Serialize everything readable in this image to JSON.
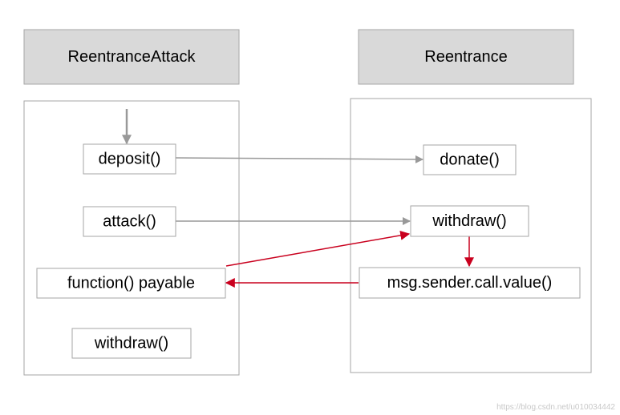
{
  "colors": {
    "header_fill": "#d9d9d9",
    "border": "#a6a6a6",
    "gray_arrow": "#999999",
    "red_arrow": "#c9001e"
  },
  "diagram": {
    "left_contract": {
      "title": "ReentranceAttack"
    },
    "right_contract": {
      "title": "Reentrance"
    },
    "left_nodes": {
      "deposit": "deposit()",
      "attack": "attack()",
      "fallback": "function() payable",
      "withdraw": "withdraw()"
    },
    "right_nodes": {
      "donate": "donate()",
      "withdraw": "withdraw()",
      "call_value": "msg.sender.call.value()"
    }
  },
  "watermark": "https://blog.csdn.net/u010034442"
}
